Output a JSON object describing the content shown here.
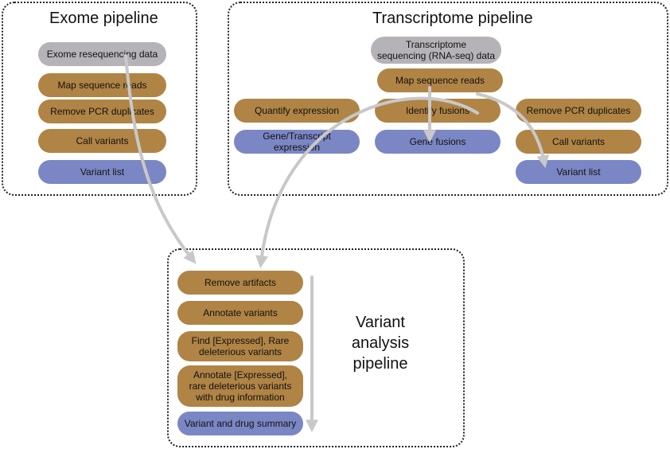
{
  "exome": {
    "title": "Exome pipeline",
    "steps": [
      "Exome  resequencing data",
      "Map sequence  reads",
      "Remove PCR duplicates",
      "Call variants",
      "Variant list"
    ]
  },
  "transcriptome": {
    "title": "Transcriptome pipeline",
    "input": [
      "Transcriptome",
      "sequencing (RNA-seq) data"
    ],
    "map": "Map sequence  reads",
    "quantify": "Quantify expression",
    "gene_expression": "Gene/Transcript expression",
    "identify_fusions": "Identify fusions",
    "gene_fusions": "Gene fusions",
    "remove_dup": "Remove PCR duplicates",
    "call_variants": "Call variants",
    "variant_list": "Variant list"
  },
  "variant_analysis": {
    "title": [
      "Variant",
      "analysis",
      "pipeline"
    ],
    "steps": [
      [
        "Remove artifacts"
      ],
      [
        "Annotate variants"
      ],
      [
        "Find [Expressed], Rare",
        "deleterious variants"
      ],
      [
        "Annotate [Expressed],",
        "rare deleterious variants",
        "with drug information"
      ],
      [
        "Variant and drug summary"
      ]
    ]
  },
  "colors": {
    "input": "#b6b3b8",
    "process": "#b08445",
    "output": "#7b87c4",
    "arrow": "#c8c8c8"
  }
}
